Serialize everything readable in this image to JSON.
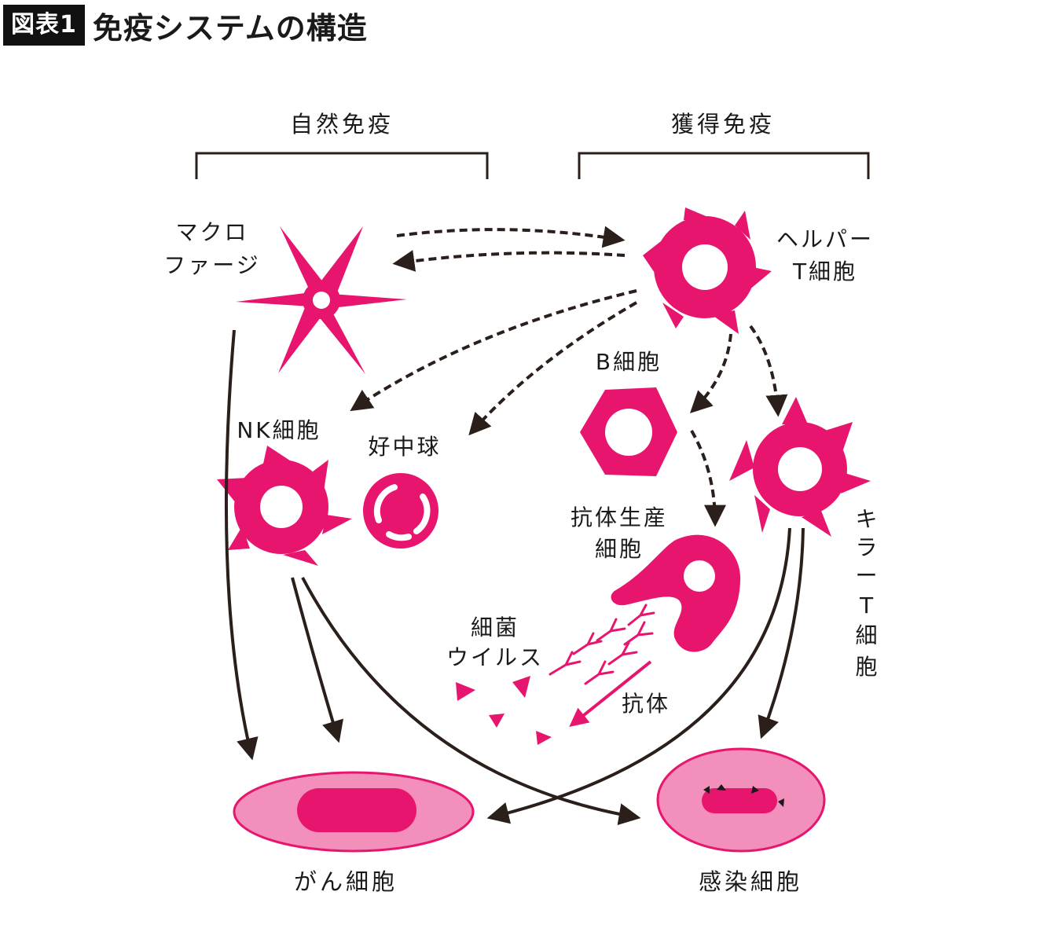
{
  "header": {
    "figure_badge": "図表1",
    "title": "免疫システムの構造"
  },
  "groups": {
    "innate": "自然免疫",
    "adaptive": "獲得免疫"
  },
  "cells": {
    "macrophage": [
      "マクロ",
      "ファージ"
    ],
    "helper_t": [
      "ヘルパー",
      "T細胞"
    ],
    "b_cell": "B細胞",
    "nk_cell": "NK細胞",
    "neutrophil": "好中球",
    "plasma_cell": [
      "抗体生産",
      "細胞"
    ],
    "killer_t": [
      "キ",
      "ラ",
      "ー",
      "T",
      "細",
      "胞"
    ],
    "pathogen": [
      "細菌",
      "ウイルス"
    ],
    "antibody": "抗体",
    "cancer_cell": "がん細胞",
    "infected_cell": "感染細胞"
  },
  "colors": {
    "magenta": "#e8156e",
    "light_pink": "#f28fba",
    "arrow": "#2a1f1a"
  }
}
